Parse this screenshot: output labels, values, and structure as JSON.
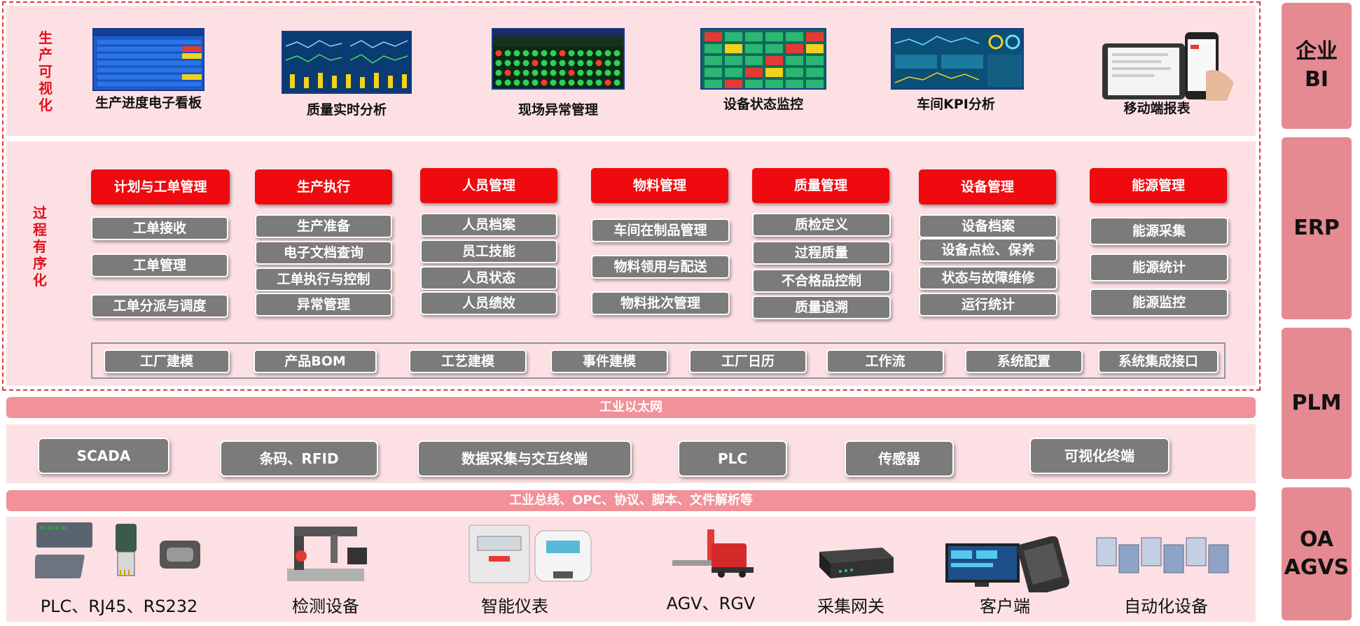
{
  "visualization": {
    "label": "生产可视化",
    "screens": [
      {
        "caption": "生产进度电子看板",
        "icon": "progress-board-screen"
      },
      {
        "caption": "质量实时分析",
        "icon": "quality-chart-screen"
      },
      {
        "caption": "现场异常管理",
        "icon": "andon-screen"
      },
      {
        "caption": "设备状态监控",
        "icon": "equipment-monitor-screen"
      },
      {
        "caption": "车间KPI分析",
        "icon": "kpi-dashboard-screen"
      },
      {
        "caption": "移动端报表",
        "icon": "tablet-phone-screen"
      }
    ]
  },
  "process": {
    "label": "过程有序化",
    "modules": [
      {
        "title": "计划与工单管理",
        "items": [
          "工单接收",
          "工单管理",
          "工单分派与调度"
        ]
      },
      {
        "title": "生产执行",
        "items": [
          "生产准备",
          "电子文档查询",
          "工单执行与控制",
          "异常管理"
        ]
      },
      {
        "title": "人员管理",
        "items": [
          "人员档案",
          "员工技能",
          "人员状态",
          "人员绩效"
        ]
      },
      {
        "title": "物料管理",
        "items": [
          "车间在制品管理",
          "物料领用与配送",
          "物料批次管理"
        ]
      },
      {
        "title": "质量管理",
        "items": [
          "质检定义",
          "过程质量",
          "不合格品控制",
          "质量追溯"
        ]
      },
      {
        "title": "设备管理",
        "items": [
          "设备档案",
          "设备点检、保养",
          "状态与故障维修",
          "运行统计"
        ]
      },
      {
        "title": "能源管理",
        "items": [
          "能源采集",
          "能源统计",
          "能源监控"
        ]
      }
    ],
    "base": [
      "工厂建模",
      "产品BOM",
      "工艺建模",
      "事件建模",
      "工厂日历",
      "工作流",
      "系统配置",
      "系统集成接口"
    ]
  },
  "network": {
    "label": "工业以太网"
  },
  "acquisition": [
    "SCADA",
    "条码、RFID",
    "数据采集与交互终端",
    "PLC",
    "传感器",
    "可视化终端"
  ],
  "bus": {
    "label": "工业总线、OPC、协议、脚本、文件解析等"
  },
  "devices": [
    {
      "caption": "PLC、RJ45、RS232",
      "icon": "plc-connector-icon"
    },
    {
      "caption": "检测设备",
      "icon": "inspection-machine-icon"
    },
    {
      "caption": "智能仪表",
      "icon": "smart-meter-icon"
    },
    {
      "caption": "AGV、RGV",
      "icon": "agv-forklift-icon"
    },
    {
      "caption": "采集网关",
      "icon": "gateway-router-icon"
    },
    {
      "caption": "客户端",
      "icon": "client-terminal-icon"
    },
    {
      "caption": "自动化设备",
      "icon": "automation-line-icon"
    }
  ],
  "side": [
    "企业\nBI",
    "ERP",
    "PLM",
    "OA\nAGVS"
  ],
  "colors": {
    "red": "#ef0a0f",
    "gray": "#7b7b7b",
    "pink_band": "#fde0e4",
    "pipe": "#f29199",
    "side": "#e58a91"
  }
}
